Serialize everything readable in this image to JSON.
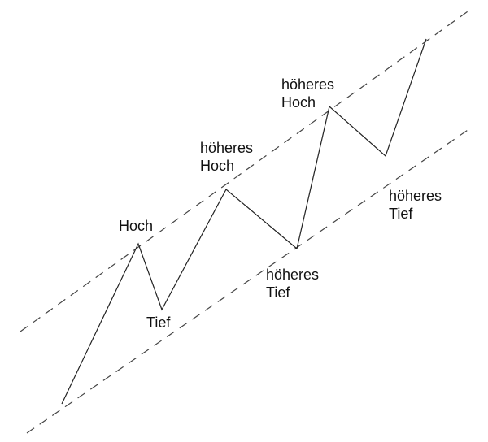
{
  "labels": {
    "hoch": "Hoch",
    "tief": "Tief",
    "hoeheres_hoch_1": {
      "line1": "höheres",
      "line2": "Hoch"
    },
    "hoeheres_hoch_2": {
      "line1": "höheres",
      "line2": "Hoch"
    },
    "hoeheres_tief_1": {
      "line1": "höheres",
      "line2": "Tief"
    },
    "hoeheres_tief_2": {
      "line1": "höheres",
      "line2": "Tief"
    }
  },
  "colors": {
    "line": "#222222",
    "dashed": "#444444",
    "text": "#111111",
    "background": "#ffffff"
  }
}
